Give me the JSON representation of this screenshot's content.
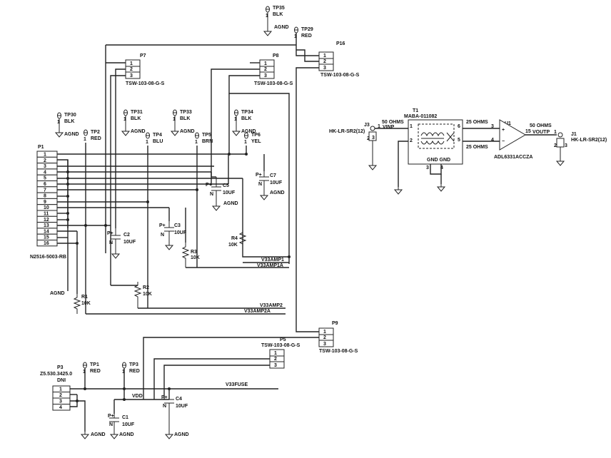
{
  "colors": {
    "wire": "#222222",
    "background": "#ffffff"
  },
  "testpoints": [
    {
      "ref": "TP35",
      "pin": "1",
      "label": "BLK",
      "net": "AGND"
    },
    {
      "ref": "TP29",
      "pin": "1",
      "label": "RED",
      "net": ""
    },
    {
      "ref": "TP30",
      "pin": "1",
      "label": "BLK",
      "net": "AGND"
    },
    {
      "ref": "TP2",
      "pin": "1",
      "label": "RED",
      "net": ""
    },
    {
      "ref": "TP31",
      "pin": "1",
      "label": "BLK",
      "net": "AGND"
    },
    {
      "ref": "TP4",
      "pin": "1",
      "label": "BLU",
      "net": ""
    },
    {
      "ref": "TP33",
      "pin": "1",
      "label": "BLK",
      "net": "AGND"
    },
    {
      "ref": "TP5",
      "pin": "1",
      "label": "BRN",
      "net": ""
    },
    {
      "ref": "TP34",
      "pin": "1",
      "label": "BLK",
      "net": "AGND"
    },
    {
      "ref": "TP6",
      "pin": "1",
      "label": "YEL",
      "net": ""
    },
    {
      "ref": "TP1",
      "pin": "1",
      "label": "RED",
      "net": ""
    },
    {
      "ref": "TP3",
      "pin": "1",
      "label": "RED",
      "net": ""
    }
  ],
  "headers": [
    {
      "ref": "P7",
      "part": "TSW-103-08-G-S",
      "pins": [
        "1",
        "2",
        "3"
      ]
    },
    {
      "ref": "P8",
      "part": "TSW-103-08-G-S",
      "pins": [
        "1",
        "2",
        "3"
      ]
    },
    {
      "ref": "P16",
      "part": "TSW-103-08-G-S",
      "pins": [
        "1",
        "2",
        "3"
      ]
    },
    {
      "ref": "P9",
      "part": "TSW-103-08-G-S",
      "pins": [
        "1",
        "2",
        "3"
      ]
    },
    {
      "ref": "P5",
      "part": "TSW-103-08-G-S",
      "pins": [
        "1",
        "2",
        "3"
      ]
    }
  ],
  "p1": {
    "ref": "P1",
    "part": "N2516-5003-RB",
    "pins": [
      "1",
      "2",
      "3",
      "4",
      "5",
      "6",
      "7",
      "8",
      "9",
      "10",
      "11",
      "12",
      "13",
      "14",
      "15",
      "16"
    ]
  },
  "p3": {
    "ref": "P3",
    "part": "Z5.530.3425.0",
    "extra": "DNI",
    "pins": [
      "1",
      "2",
      "3",
      "4"
    ]
  },
  "caps": [
    {
      "ref": "C2",
      "value": "10UF",
      "plus": "P+",
      "minus": "N"
    },
    {
      "ref": "C3",
      "value": "10UF",
      "plus": "P+",
      "minus": "N"
    },
    {
      "ref": "C5",
      "value": "10UF",
      "plus": "P+",
      "minus": "N"
    },
    {
      "ref": "C7",
      "value": "10UF",
      "plus": "P+",
      "minus": "N"
    },
    {
      "ref": "C1",
      "value": "10UF",
      "plus": "P+",
      "minus": "N"
    },
    {
      "ref": "C4",
      "value": "10UF",
      "plus": "P+",
      "minus": "N"
    }
  ],
  "resistors": [
    {
      "ref": "R1",
      "value": "10K"
    },
    {
      "ref": "R2",
      "value": "10K"
    },
    {
      "ref": "R3",
      "value": "10K"
    },
    {
      "ref": "R4",
      "value": "10K"
    }
  ],
  "nets": {
    "agnd": "AGND",
    "v33amp1": "V33AMP1",
    "v33amp1a": "V33AMP1A",
    "v33amp2": "V33AMP2",
    "v33amp2a": "V33AMP2A",
    "v33fuse": "V33FUSE",
    "vdd": "VDD"
  },
  "rf": {
    "t1_ref": "T1",
    "t1_part": "MABA-011082",
    "u1_ref": "U1",
    "u1_part": "ADL6331ACCZA",
    "j3_ref": "J3",
    "j1_ref": "J1",
    "conn_part": "HK-LR-SR2(12)",
    "vinp": "VINP",
    "voutp": "VOUTP",
    "ohms50_in": "50 OHMS",
    "ohms50_out": "50 OHMS",
    "ohms25_top": "25 OHMS",
    "ohms25_bot": "25 OHMS",
    "gnd_gnd": "GND GND",
    "plus": "+",
    "minus": "−",
    "t1_pins": [
      "1",
      "2",
      "3",
      "4",
      "5",
      "6"
    ],
    "u1_pins": [
      "3",
      "4",
      "15"
    ],
    "j_pins": [
      "1",
      "2",
      "3"
    ]
  }
}
